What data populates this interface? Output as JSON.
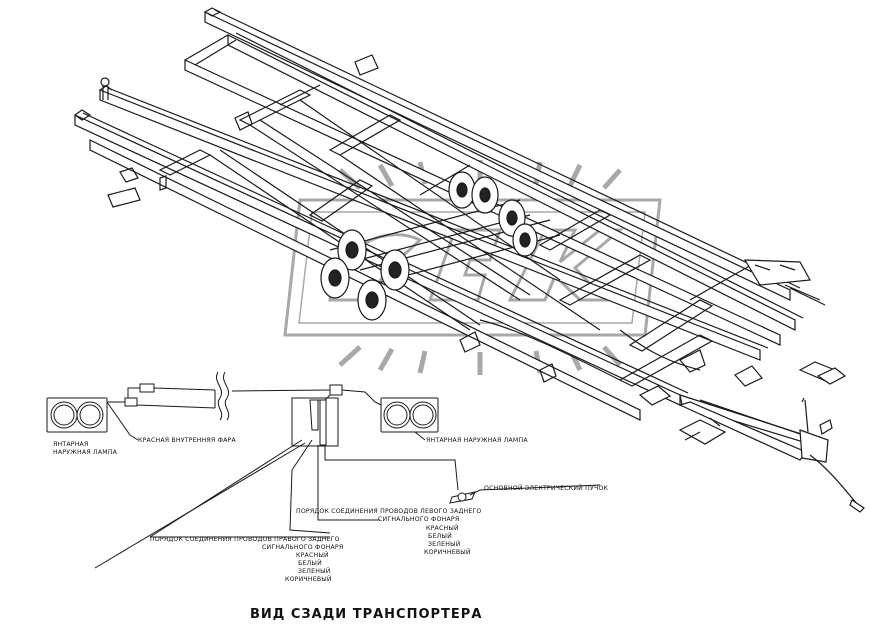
{
  "caption": "ВИД СЗАДИ ТРАНСПОРТЕРА",
  "labels": {
    "amber_lamp_left_1": "ЯНТАРНАЯ",
    "amber_lamp_left_2": "НАРУЖНАЯ ЛАМПА",
    "red_inner_lamp": "КРАСНАЯ ВНУТРЕННЯЯ ФАРА",
    "amber_lamp_right": "ЯНТАРНАЯ НАРУЖНАЯ ЛАМПА",
    "main_harness": "ОСНОВНОЙ ЭЛЕКТРИЧЕСКИЙ ПУЧОК",
    "left_conn_1": "ПОРЯДОК СОЕДИНЕНИЯ ПРОВОДОВ ЛЕВОГО ЗАДНЕГО",
    "left_conn_2": "СИГНАЛЬНОГО ФОНАРЯ",
    "right_conn_1": "ПОРЯДОК СОЕДИНЕНИЯ ПРОВОДОВ ПРАВОГО ЗАДНЕГО",
    "right_conn_2": "СИГНАЛЬНОГО ФОНАРЯ",
    "wire_colors_left": [
      "КРАСНЫЙ",
      "БЕЛЫЙ",
      "ЗЕЛЕНЫЙ",
      "КОРИЧНЕВЫЙ"
    ],
    "wire_colors_right": [
      "КРАСНЫЙ",
      "БЕЛЫЙ",
      "ЗЕЛЕНЫЙ",
      "КОРИЧНЕВЫЙ"
    ]
  },
  "colors": {
    "line": "#1a1a1a",
    "watermark": "#9a9a9a"
  }
}
